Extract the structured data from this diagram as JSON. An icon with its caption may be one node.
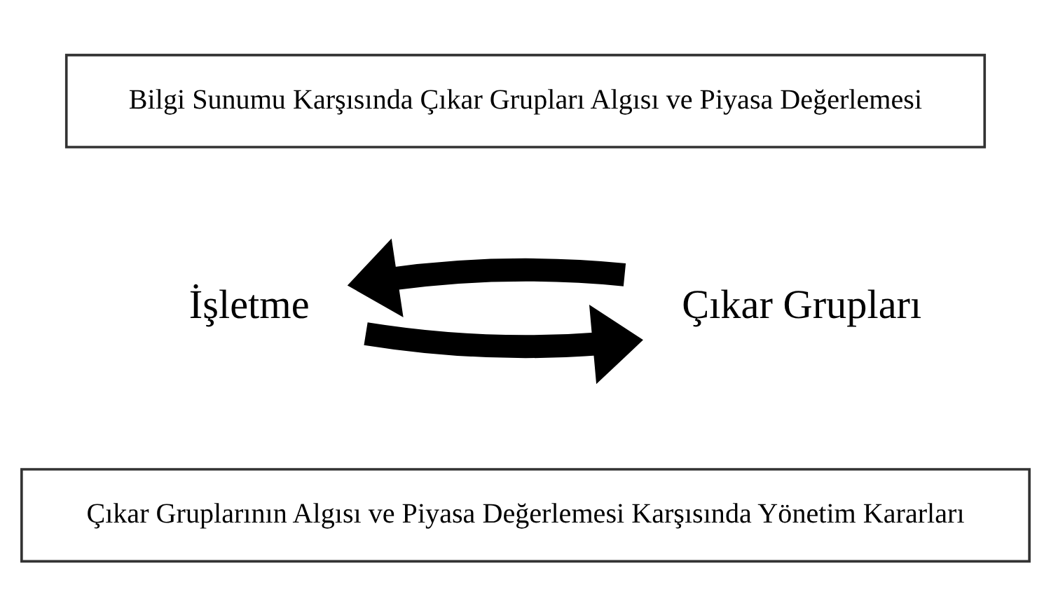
{
  "diagram": {
    "nodes": [
      {
        "text": [
          "Bilgi Sunumu Karşısında Çıkar Grupları Algısı ve Piyasa Değerlemesi"
        ]
      },
      {
        "text": [
          "İşletme"
        ]
      },
      {
        "text": [
          "Çıkar Grupları"
        ]
      },
      {
        "text": [
          "Çıkar Gruplarının Algısı ve Piyasa Değerlemesi Karşısında Yönetim Kararları"
        ]
      }
    ],
    "edges": [
      {
        "from": 1,
        "to": 2,
        "arrow": "to"
      },
      {
        "from": 2,
        "to": 1,
        "arrow": "to"
      }
    ]
  }
}
